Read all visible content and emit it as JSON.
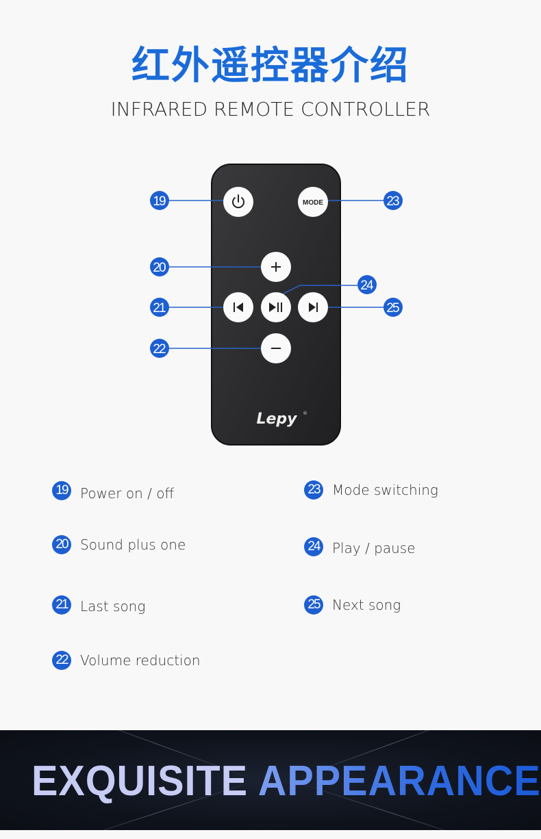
{
  "header": {
    "title": "红外遥控器介绍",
    "subtitle": "INFRARED REMOTE CONTROLLER"
  },
  "remote": {
    "brand": "Lepy",
    "mode_label": "MODE",
    "callouts": [
      "19",
      "20",
      "21",
      "22",
      "23",
      "24",
      "25"
    ]
  },
  "legend": [
    {
      "num": "19",
      "label": "Power on / off"
    },
    {
      "num": "20",
      "label": "Sound plus one"
    },
    {
      "num": "21",
      "label": "Last song"
    },
    {
      "num": "22",
      "label": "Volume reduction"
    },
    {
      "num": "23",
      "label": "Mode switching"
    },
    {
      "num": "24",
      "label": "Play / pause"
    },
    {
      "num": "25",
      "label": "Next song"
    }
  ],
  "banner": {
    "word1": "EXQUISITE",
    "word2": "APPEARANCE"
  },
  "colors": {
    "accent": "#1b6bd8",
    "badge": "#1d5fd0",
    "remote": "#2a2a2c"
  }
}
